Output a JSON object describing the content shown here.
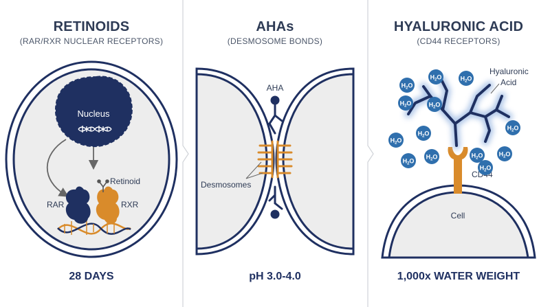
{
  "panels": [
    {
      "title": "RETINOIDS",
      "subtitle": "(RAR/RXR NUCLEAR RECEPTORS)",
      "footer": "28 DAYS",
      "labels": {
        "nucleus": "Nucleus",
        "retinoid": "Retinoid",
        "rar": "RAR",
        "rxr": "RXR"
      }
    },
    {
      "title": "AHAs",
      "subtitle": "(DESMOSOME BONDS)",
      "footer": "pH 3.0-4.0",
      "labels": {
        "aha": "AHA",
        "desmosomes": "Desmosomes"
      }
    },
    {
      "title": "HYALURONIC ACID",
      "subtitle": "(CD44 RECEPTORS)",
      "footer": "1,000x WATER WEIGHT",
      "labels": {
        "hyaluronic_line1": "Hyaluronic",
        "hyaluronic_line2": "Acid",
        "cd44": "CD44",
        "cell": "Cell",
        "water_main": "H",
        "water_sub": "2",
        "water_tail": "O"
      }
    }
  ],
  "colors": {
    "navy": "#1f3061",
    "orange": "#d98b2b",
    "cell_fill": "#ededed",
    "water": "#2f6fad",
    "glow": "#a9c2e6"
  }
}
